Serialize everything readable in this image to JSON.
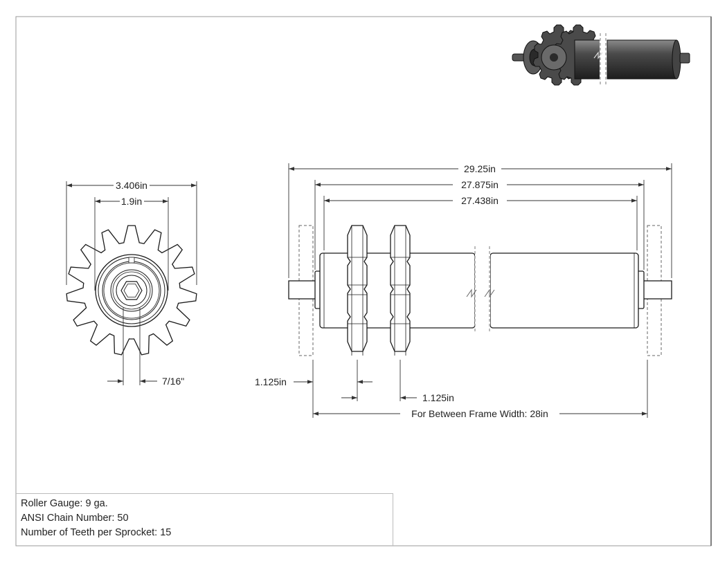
{
  "dimensions": {
    "sprocket_outer_diameter": "3.406in",
    "sprocket_hub_diameter": "1.9in",
    "axle_hex": "7/16\"",
    "overall_length": "29.25in",
    "length_between_shaft_ends": "27.875in",
    "tube_length": "27.438in",
    "tube_end_to_sprocket": "1.125in",
    "sprocket_spacing": "1.125in",
    "frame_width": "For Between Frame Width: 28in"
  },
  "notes": {
    "roller_gauge": "Roller Gauge: 9 ga.",
    "chain_number": "ANSI Chain Number: 50",
    "teeth_per_sprocket": "Number of Teeth per Sprocket: 15"
  },
  "colors": {
    "line": "#1a1a1a",
    "dimension_line": "#333333",
    "frame_dash": "#555555",
    "iso_body": "#3a3a3a"
  }
}
